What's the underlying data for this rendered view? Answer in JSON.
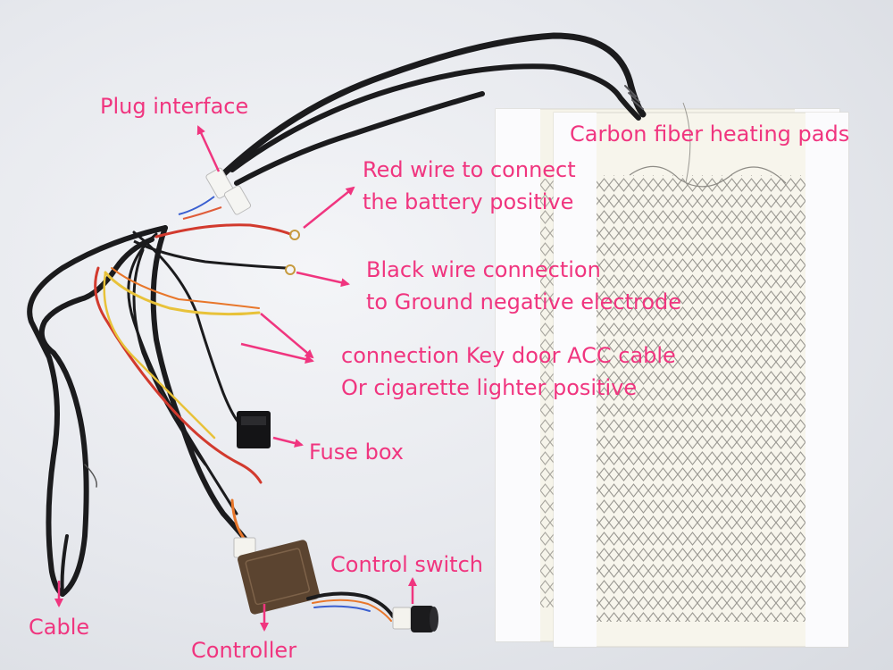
{
  "labels": {
    "plug_interface": "Plug interface",
    "carbon_pads": "Carbon fiber heating pads",
    "red_wire_line1": "Red wire to connect",
    "red_wire_line2": "the battery positive",
    "black_wire_line1": "Black wire connection",
    "black_wire_line2": "to Ground negative electrode",
    "acc_line1": "connection Key door ACC cable",
    "acc_line2": "Or cigarette lighter positive",
    "fuse_box": "Fuse box",
    "control_switch": "Control switch",
    "cable": "Cable",
    "controller": "Controller"
  },
  "colors": {
    "label": "#f0357f",
    "arrow": "#f0357f",
    "wire_black": "#1b1b1d",
    "wire_red": "#d23a2e",
    "wire_yellow": "#e8c23a",
    "wire_orange": "#e8762a",
    "pad": "#f6f4ea",
    "pad_strip": "#fbfbfd",
    "pattern": "#9a9892"
  }
}
